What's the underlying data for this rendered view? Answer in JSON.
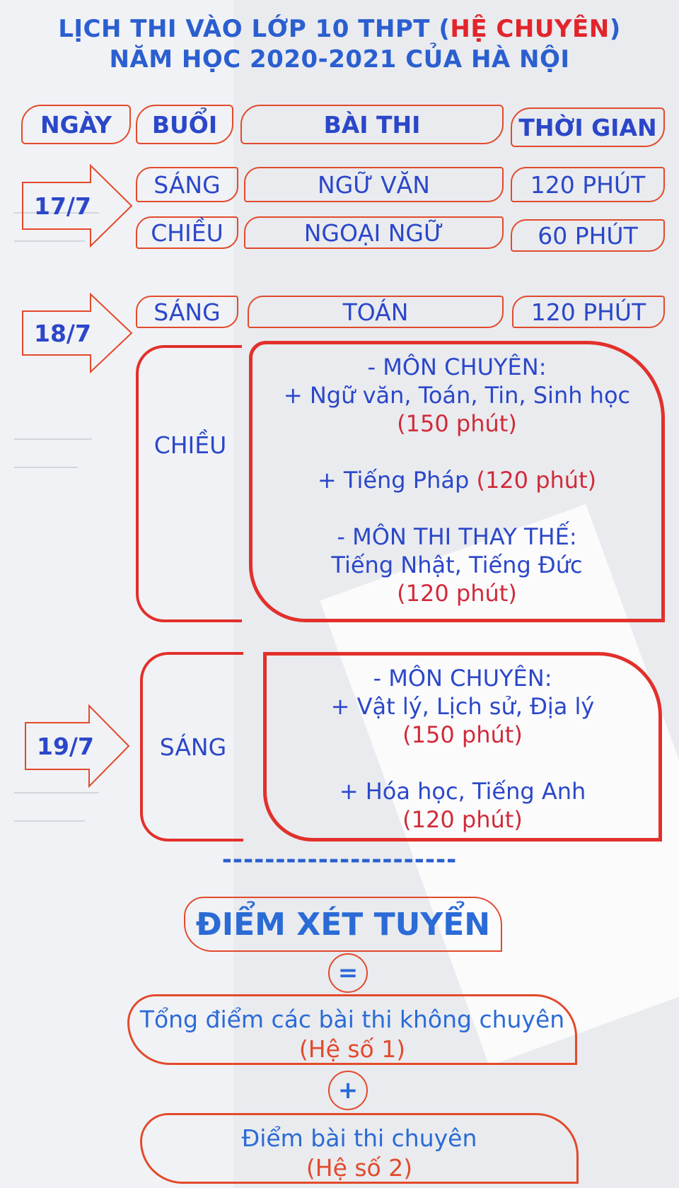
{
  "title": {
    "line1_prefix": "LỊCH THI VÀO LỚP 10 THPT (",
    "line1_highlight": "HỆ CHUYÊN",
    "line1_suffix": ")",
    "line2": "NĂM HỌC 2020-2021 CỦA HÀ NỘI"
  },
  "headers": {
    "date": "NGÀY",
    "session": "BUỔI",
    "exam": "BÀI THI",
    "duration": "THỜI GIAN"
  },
  "day1": {
    "date": "17/7",
    "rows": [
      {
        "session": "SÁNG",
        "exam": "NGỮ VĂN",
        "duration": "120 PHÚT"
      },
      {
        "session": "CHIỀU",
        "exam": "NGOẠI NGỮ",
        "duration": "60 PHÚT"
      }
    ]
  },
  "day2": {
    "date": "18/7",
    "morning": {
      "session": "SÁNG",
      "exam": "TOÁN",
      "duration": "120 PHÚT"
    },
    "afternoon": {
      "session": "CHIỀU",
      "heading1": "- MÔN CHUYÊN:",
      "subjects1": "+ Ngữ văn, Toán, Tin, Sinh học",
      "time1": "(150 phút)",
      "subjects2": "+ Tiếng Pháp ",
      "time2": "(120 phút)",
      "heading2": "- MÔN THI THAY THẾ:",
      "subjects3": "Tiếng Nhật, Tiếng Đức",
      "time3": "(120 phút)"
    }
  },
  "day3": {
    "date": "19/7",
    "session": "SÁNG",
    "heading": "- MÔN CHUYÊN:",
    "subjects1": "+ Vật lý, Lịch sử, Địa lý",
    "time1": "(150 phút)",
    "subjects2": "+ Hóa học, Tiếng Anh",
    "time2": "(120 phút)"
  },
  "divider": "----------------------",
  "score": {
    "title": "ĐIỂM XÉT TUYỂN",
    "equals": "=",
    "part1": "Tổng điểm các bài thi không chuyên",
    "part1_coef": "(Hệ số 1)",
    "plus": "+",
    "part2": "Điểm bài thi chuyên",
    "part2_coef": "(Hệ số 2)"
  },
  "colors": {
    "accent_blue": "#2b47c9",
    "accent_red": "#e2302b"
  }
}
